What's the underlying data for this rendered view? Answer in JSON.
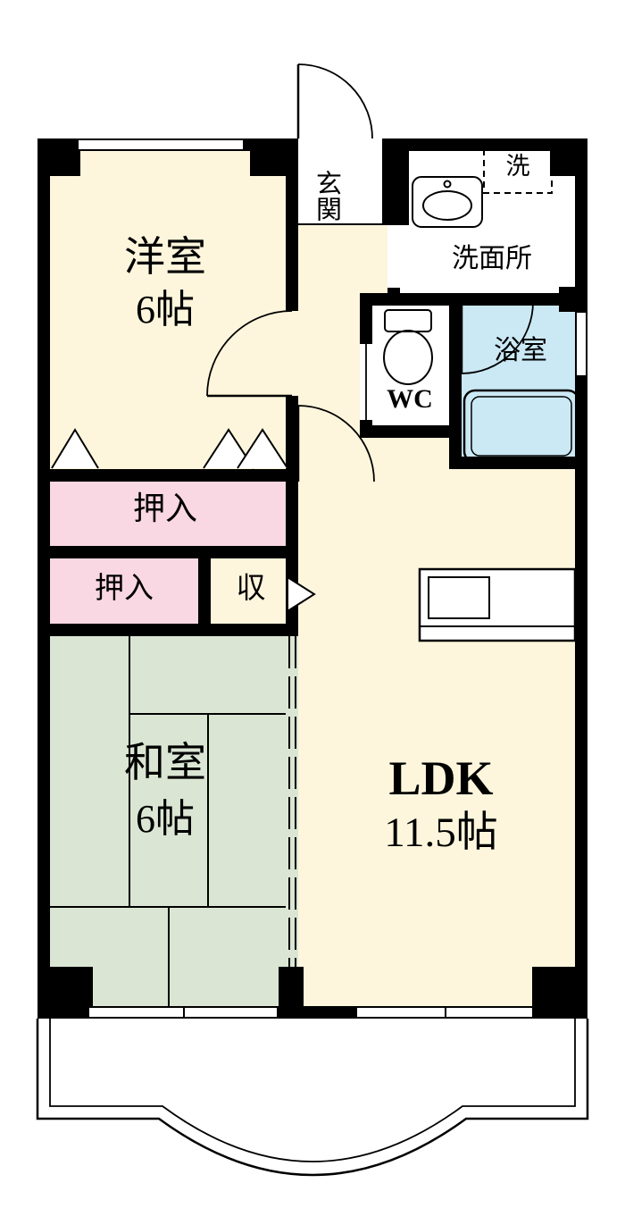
{
  "colors": {
    "wall": "#000000",
    "background": "#ffffff",
    "room_cream": "#fdf6dc",
    "closet_pink": "#f9d7e3",
    "bath_blue": "#cbe9f5",
    "tatami_green": "#dae6d3"
  },
  "rooms": {
    "western": {
      "label": "洋室",
      "size": "6帖"
    },
    "entrance": {
      "label": "玄関"
    },
    "washroom": {
      "label": "洗面所"
    },
    "laundry": {
      "label": "洗"
    },
    "wc": {
      "label": "WC"
    },
    "bath": {
      "label": "浴室"
    },
    "closet_upper": {
      "label": "押入"
    },
    "closet_lower": {
      "label": "押入"
    },
    "storage": {
      "label": "収"
    },
    "japanese": {
      "label": "和室",
      "size": "6帖"
    },
    "ldk": {
      "label": "LDK",
      "size": "11.5帖"
    }
  }
}
